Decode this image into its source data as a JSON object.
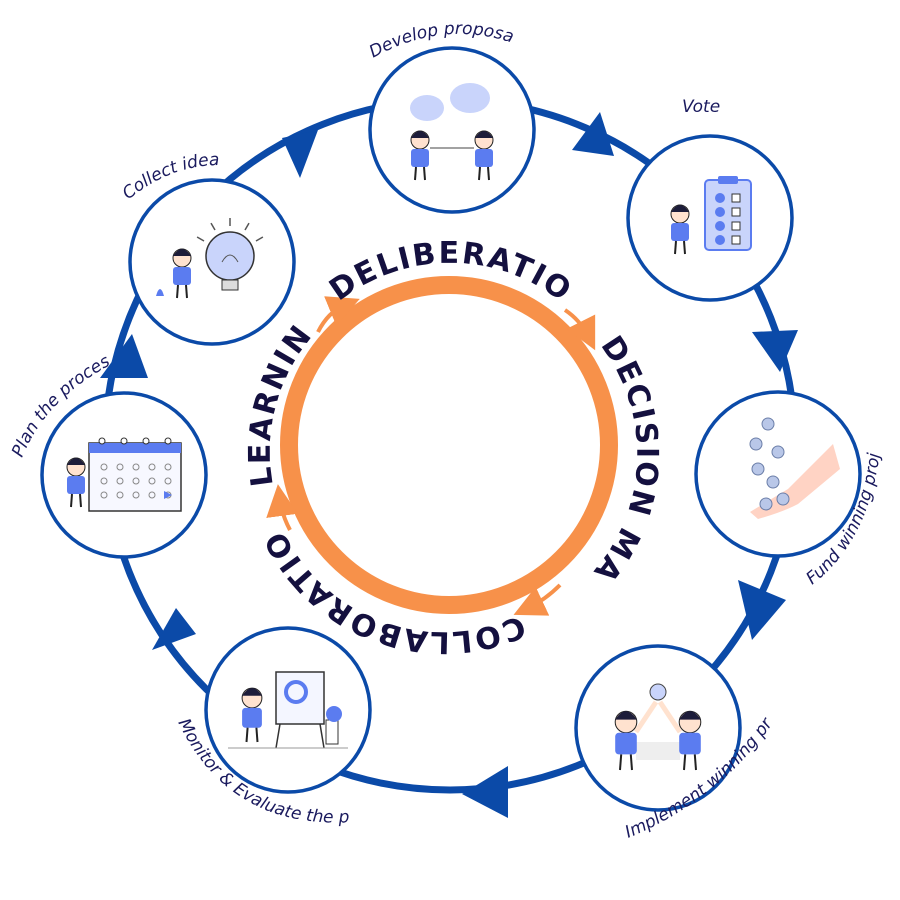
{
  "colors": {
    "cycle_blue": "#0b4aa8",
    "inner_orange": "#f7914a",
    "text_navy": "#14103f",
    "illustration_blue": "#5b7cf0",
    "illustration_light": "#c9d4fb"
  },
  "steps": [
    {
      "label": "Develop proposals",
      "icon": "chat-bubbles-people-icon"
    },
    {
      "label": "Vote",
      "icon": "clipboard-vote-icon"
    },
    {
      "label": "Fund winning projects",
      "icon": "hand-coins-icon"
    },
    {
      "label": "Implement winning projects",
      "icon": "high-five-lightbulb-icon"
    },
    {
      "label": "Monitor & Evaluate the process",
      "icon": "presentation-board-icon"
    },
    {
      "label": "Plan the process",
      "icon": "calendar-plan-icon"
    },
    {
      "label": "Collect ideas",
      "icon": "lightbulb-person-icon"
    }
  ],
  "core": {
    "words": [
      "DELIBERATION",
      "DECISION MAKING",
      "COLLABORATION",
      "LEARNING"
    ]
  }
}
